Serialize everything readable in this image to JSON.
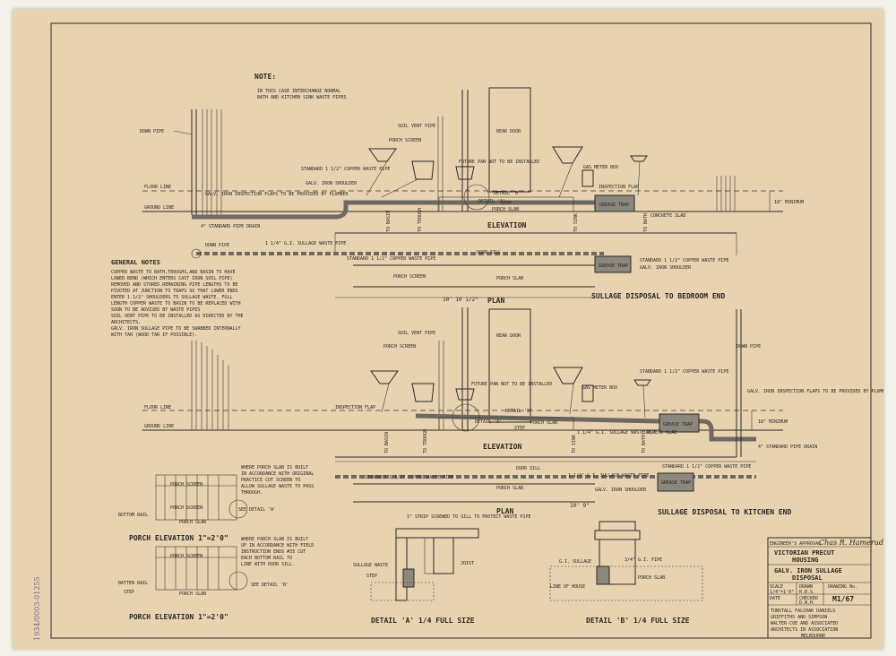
{
  "note": {
    "title": "NOTE:",
    "line1": "IN THIS CASE INTERCHANGE NORMAL",
    "line2": "BATH AND KITCHEN SINK WASTE PIPES"
  },
  "general_notes": {
    "title": "GENERAL NOTES",
    "lines": [
      "COPPER WASTE TO BATH,TROUGHS,AND BASIN TO HAVE",
      "LOWER BEND (WHICH ENTERS CAST IRON SOIL PIPE)",
      "REMOVED AND STORED.REMAINING PIPE LENGTHS TO BE",
      "PIVOTED AT JUNCTION TO TRAPS SO THAT LOWER ENDS",
      "ENTER 1 1/2\" SHOULDERS TO SULLAGE WASTE. FULL",
      "LENGTH COPPER WASTE TO BASIN TO BE REPLACED WITH",
      "SOON TO BE ADVISED BY WASTE PIPES",
      "SOIL VENT PIPE TO BE INSTALLED AS DIRECTED BY THE",
      "ARCHITECTS.",
      "GALV. IRON SULLAGE PIPE TO BE SWABBED INTERNALLY",
      "WITH TAR (WOOD TAR IF POSSIBLE)."
    ]
  },
  "labels": {
    "down_pipe": "DOWN PIPE",
    "soil_vent_pipe": "SOIL VENT PIPE",
    "porch_screen": "PORCH SCREEN",
    "rear_door": "REAR DOOR",
    "standard_copper_waste": "STANDARD 1 1/2\" COPPER WASTE PIPE",
    "galv_iron_shoulder": "GALV. IRON SHOULDER",
    "future_pan": "FUTURE PAN NOT TO BE INSTALLED",
    "gas_meter_box": "GAS METER BOX",
    "inspection_flap": "INSPECTION FLAP",
    "floor_line": "FLOOR LINE",
    "ground_line": "GROUND LINE",
    "galv_inspection_flaps": "GALV. IRON INSPECTION FLAPS TO BE PROVIDED BY PLUMBER",
    "detail_a": "DETAIL 'A'",
    "detail_b": "DETAIL 'B'",
    "step": "STEP",
    "porch_slab": "PORCH SLAB",
    "grease_trap": "GREASE TRAP",
    "concrete_slab": "CONCRETE SLAB",
    "minimum": "18\" MINIMUM",
    "standard_pipe_drain": "4\" STANDARD PIPE DRAIN",
    "sullage_waste_pipe": "1 1/4\" G.I. SULLAGE WASTE PIPE",
    "door_sill": "DOOR SILL",
    "elevation": "ELEVATION",
    "plan": "PLAN",
    "dim_upper": "10' 10 1/2\"",
    "dim_lower": "10' 9\"",
    "to_basin": "TO BASIN",
    "to_trough": "TO TROUGH",
    "to_sink": "TO SINK",
    "to_bath": "TO BATH"
  },
  "titles": {
    "bedroom_end": "SULLAGE DISPOSAL TO BEDROOM END",
    "kitchen_end": "SULLAGE DISPOSAL TO KITCHEN END",
    "porch_elevation_1": "PORCH ELEVATION  1\"=2'0\"",
    "porch_elevation_2": "PORCH ELEVATION  1\"=2'0\"",
    "detail_a": "DETAIL 'A' 1/4 FULL SIZE",
    "detail_b": "DETAIL 'B' 1/4 FULL SIZE"
  },
  "porch_notes": {
    "note1": [
      "WHERE PORCH SLAB IS BUILT",
      "IN ACCORDANCE WITH ORIGINAL",
      "PRACTICE CUT SCREEN TO",
      "ALLOW SULLAGE WASTE TO PASS",
      "THROUGH."
    ],
    "note2": [
      "WHERE PORCH SLAB IS BUILT",
      "UP IN ACCORDANCE WITH FIELD",
      "INSTRUCTION ENDS #35 CUT",
      "EACH BOTTOM RAIL TO",
      "LINE WITH DOOR SILL."
    ],
    "bottom_rail": "BOTTOM RAIL",
    "batten_rail": "BATTEN RAIL",
    "see_detail_a": "SEE DETAIL 'A'",
    "see_detail_b": "SEE DETAIL 'B'",
    "strip_note": "1\" STRIP SCREWED TO SILL TO PROTECT WASTE PIPE",
    "joist": "JOIST",
    "sullage_waste": "SULLAGE WASTE",
    "line_of_house": "LINE OF HOUSE",
    "gi_pipe": "3/4\" G.I. PIPE",
    "gi_sullage": "G.I. SULLAGE"
  },
  "title_block": {
    "approval_label": "ENGINEER'S APPROVAL",
    "signature": "Chas R. Hamerude",
    "org1": "VICTORIAN PRECUT",
    "org2": "HOUSING",
    "subject1": "GALV. IRON SULLAGE",
    "subject2": "DISPOSAL",
    "scale_label": "SCALE",
    "scale_value": "1/4\"=1'0\"",
    "drawn_label": "DRAWN",
    "drawn_value": "R.B.S.",
    "drawing_no_label": "DRAWING No.",
    "drawing_no": "M1/67",
    "date_label": "DATE",
    "date_value": "",
    "checked_label": "CHECKED",
    "checked_value": "D.W.H.",
    "architects": [
      "TUNSTALL   FALCHAK   DANIELS",
      "GRIFFITHS  AND  SIMPSON",
      "WALTER-COE  AND  ASSOCIATED",
      "ARCHITECTS  IN  ASSOCIATION",
      "MELBOURNE"
    ]
  },
  "archive_number": "1934/0003-01255",
  "colors": {
    "paper": "#e8d3b0",
    "ink": "#2b2a26",
    "pipe": "#6e6a62"
  }
}
